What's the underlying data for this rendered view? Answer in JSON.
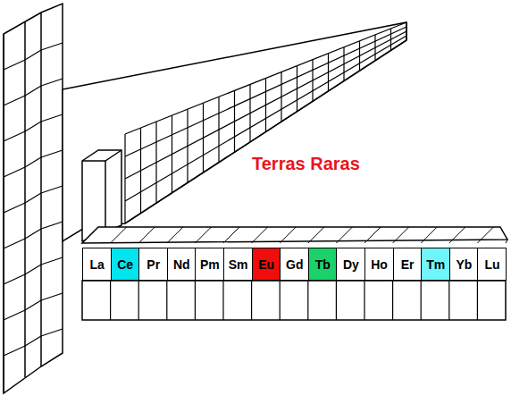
{
  "diagram": {
    "title": "Terras Raras",
    "nodes": [
      {
        "text": [
          "La"
        ]
      },
      {
        "text": [
          "Ce"
        ]
      },
      {
        "text": [
          "Pr"
        ]
      },
      {
        "text": [
          "Nd"
        ]
      },
      {
        "text": [
          "Pm"
        ]
      },
      {
        "text": [
          "Sm"
        ]
      },
      {
        "text": [
          "Eu"
        ]
      },
      {
        "text": [
          "Gd"
        ]
      },
      {
        "text": [
          "Tb"
        ]
      },
      {
        "text": [
          "Dy"
        ]
      },
      {
        "text": [
          "Ho"
        ]
      },
      {
        "text": [
          "Er"
        ]
      },
      {
        "text": [
          "Tm"
        ]
      },
      {
        "text": [
          "Yb"
        ]
      },
      {
        "text": [
          "Lu"
        ]
      }
    ]
  }
}
